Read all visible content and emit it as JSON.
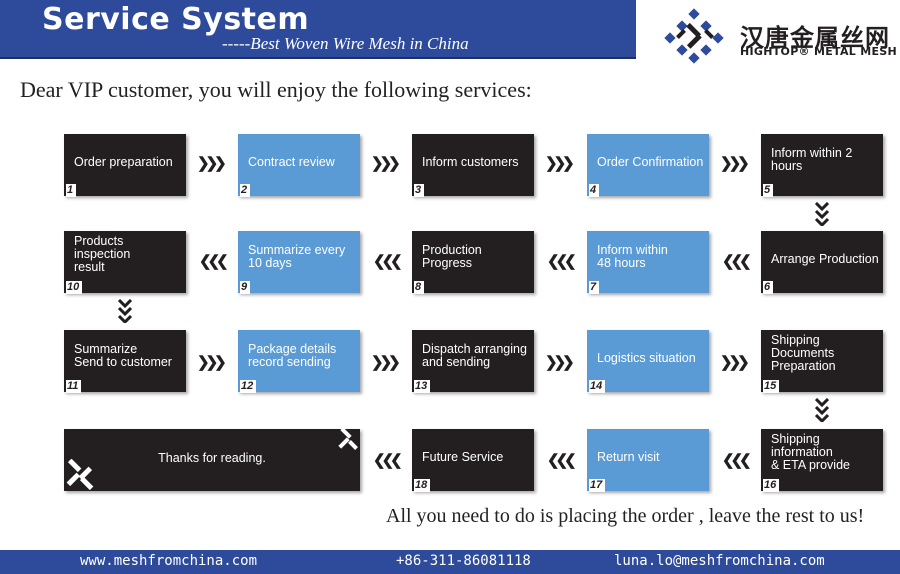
{
  "header": {
    "title": "Service System",
    "subtitle": "-----Best Woven Wire Mesh in China"
  },
  "logo": {
    "cn": "汉唐金属丝网",
    "en": "HIGHTOP® METAL MESH",
    "icon": "woven-diamond-logo-icon"
  },
  "greeting": "Dear VIP customer, you will enjoy the following services:",
  "steps": [
    {
      "num": "1",
      "label": "Order preparation"
    },
    {
      "num": "2",
      "label": "Contract review"
    },
    {
      "num": "3",
      "label": "Inform customers"
    },
    {
      "num": "4",
      "label": "Order Confirmation"
    },
    {
      "num": "5",
      "label": "Inform within 2 hours"
    },
    {
      "num": "6",
      "label": "Arrange Production"
    },
    {
      "num": "7",
      "label": "Inform within\n48 hours"
    },
    {
      "num": "8",
      "label": "Production Progress"
    },
    {
      "num": "9",
      "label": "Summarize every\n10 days"
    },
    {
      "num": "10",
      "label": "Products inspection\nresult"
    },
    {
      "num": "11",
      "label": "Summarize\nSend to customer"
    },
    {
      "num": "12",
      "label": "Package details\nrecord  sending"
    },
    {
      "num": "13",
      "label": "Dispatch arranging\nand sending"
    },
    {
      "num": "14",
      "label": "Logistics situation"
    },
    {
      "num": "15",
      "label": "Shipping\nDocuments\nPreparation"
    },
    {
      "num": "16",
      "label": "Shipping information\n& ETA provide"
    },
    {
      "num": "17",
      "label": "Return visit"
    },
    {
      "num": "18",
      "label": "Future Service"
    }
  ],
  "final_text": "Thanks for reading.",
  "closing": "All you need to do is placing the order , leave the rest to us!",
  "footer": {
    "website": "www.meshfromchina.com",
    "phone": "+86-311-86081118",
    "email": "luna.lo@meshfromchina.com"
  },
  "colors": {
    "brand_blue": "#2d4a9b",
    "step_dark": "#231f20",
    "step_blue": "#5b9bd5"
  }
}
